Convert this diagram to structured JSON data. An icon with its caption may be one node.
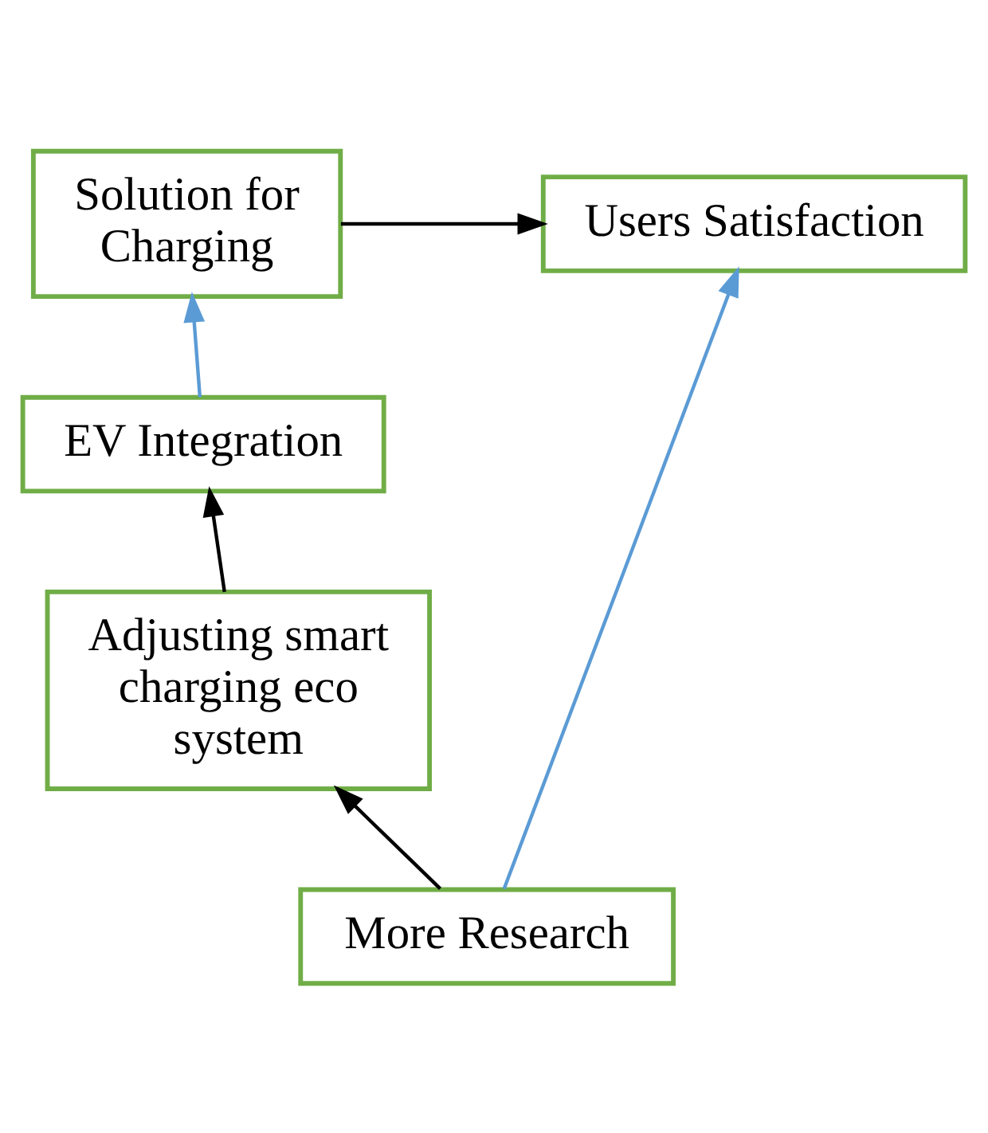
{
  "diagram": {
    "nodes": [
      {
        "text": [
          "Solution for Charging"
        ]
      },
      {
        "text": [
          "Users Satisfaction"
        ]
      },
      {
        "text": [
          "EV Integration"
        ]
      },
      {
        "text": [
          "Adjusting smart charging eco system"
        ]
      },
      {
        "text": [
          "More Research"
        ]
      }
    ],
    "edges": [
      {
        "from": 0,
        "to": 1,
        "arrow": "to"
      },
      {
        "from": 2,
        "to": 0,
        "arrow": "to",
        "color": "#5b9bd5"
      },
      {
        "from": 3,
        "to": 2,
        "arrow": "to"
      },
      {
        "from": 4,
        "to": 3,
        "arrow": "to"
      },
      {
        "from": 4,
        "to": 1,
        "arrow": "to",
        "color": "#5b9bd5"
      }
    ]
  }
}
